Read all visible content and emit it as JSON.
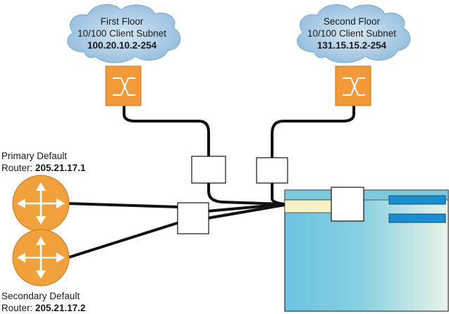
{
  "colors": {
    "cloud_fill": "#9fc4e0",
    "switch_fill": "#f29a3a",
    "router_fill": "#f0a13c",
    "device_fill": "#7ec8de",
    "device_header": "#f6f2c6",
    "port_fill": "#1a8ed0",
    "cable": "#111111"
  },
  "icons": {
    "subnet_switch": "switch-icon",
    "router": "router-icon",
    "hub": "hub-icon"
  },
  "clouds": [
    {
      "line1": "First Floor",
      "line2": "10/100 Client Subnet",
      "line3": "100.20.10.2-254"
    },
    {
      "line1": "Second Floor",
      "line2": "10/100 Client Subnet",
      "line3": "131.15.15.2-254"
    }
  ],
  "routers": [
    {
      "label_prefix": "Primary Default",
      "label_router": "Router: ",
      "ip": "205.21.17.1"
    },
    {
      "label_prefix": "Secondary Default",
      "label_router": "Router: ",
      "ip": "205.21.17.2"
    }
  ]
}
